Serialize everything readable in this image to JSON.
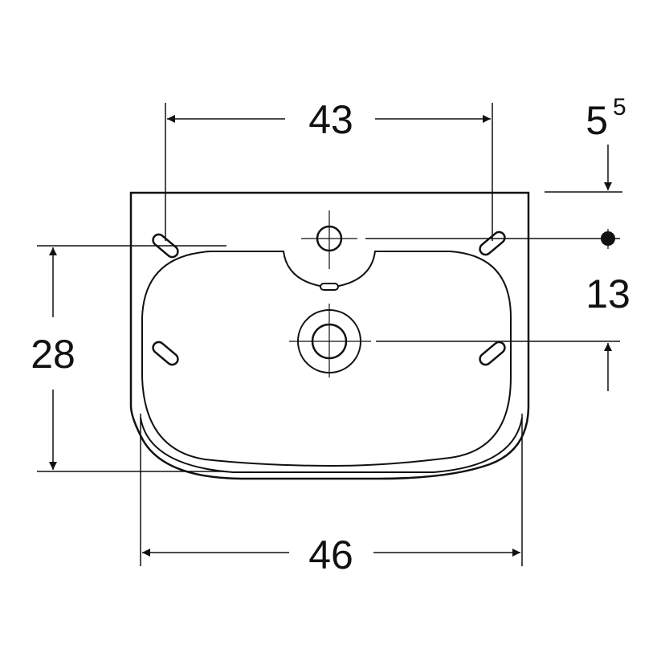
{
  "drawing": {
    "line_color": "#111111",
    "background": "#ffffff",
    "dimensions": {
      "top_width": "43",
      "bottom_width": "46",
      "left_height": "28",
      "right_offset": "13",
      "top_right_base": "5",
      "top_right_sup": "5"
    },
    "icons": {
      "tap_hole": "tap-hole-icon",
      "drain": "drain-hole-icon",
      "overflow": "overflow-slot-icon",
      "mounting_slot": "mounting-slot-icon"
    }
  }
}
